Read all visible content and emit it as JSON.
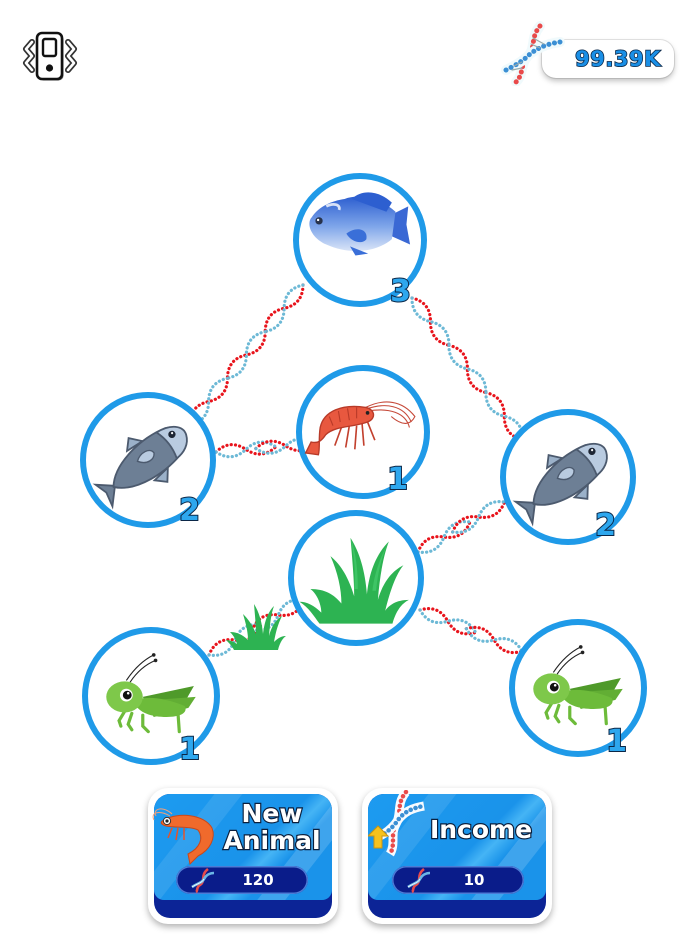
{
  "header": {
    "vibration_toggle": {
      "icon": "vibrate-phone-icon",
      "state": "on"
    },
    "currency": {
      "icon": "dna-icon",
      "value": "99.39K",
      "color": "#1a8fe6"
    }
  },
  "network": {
    "ring_color": "#1f9ae8",
    "link_colors": {
      "strand_a": "#e8141c",
      "strand_b": "#6db9d6"
    },
    "nodes": [
      {
        "id": "top-fish",
        "species": "blue fish",
        "icon": "blue-fish-icon",
        "level": "3"
      },
      {
        "id": "left-fish",
        "species": "grey fish",
        "icon": "grey-fish-icon",
        "level": "2"
      },
      {
        "id": "shrimp",
        "species": "shrimp",
        "icon": "shrimp-icon",
        "level": "1"
      },
      {
        "id": "right-fish",
        "species": "grey fish",
        "icon": "grey-fish-icon",
        "level": "2"
      },
      {
        "id": "grass",
        "species": "grass",
        "icon": "grass-icon",
        "level": ""
      },
      {
        "id": "left-grasshopper",
        "species": "grasshopper",
        "icon": "grasshopper-icon",
        "level": "1"
      },
      {
        "id": "right-grasshopper",
        "species": "grasshopper",
        "icon": "grasshopper-icon",
        "level": "1"
      }
    ],
    "loose_item": {
      "species": "grass",
      "icon": "grass-icon"
    },
    "links": [
      [
        "top-fish",
        "left-fish"
      ],
      [
        "top-fish",
        "right-fish"
      ],
      [
        "left-fish",
        "shrimp"
      ],
      [
        "right-fish",
        "grass"
      ],
      [
        "grass",
        "left-grasshopper"
      ],
      [
        "grass",
        "right-grasshopper"
      ]
    ]
  },
  "actions": {
    "new_animal": {
      "label_line1": "New",
      "label_line2": "Animal",
      "icon": "shrimp-icon",
      "cost_icon": "dna-icon",
      "cost": "120"
    },
    "income": {
      "label": "Income",
      "icon": "dna-upgrade-icon",
      "cost_icon": "dna-icon",
      "cost": "10"
    }
  }
}
